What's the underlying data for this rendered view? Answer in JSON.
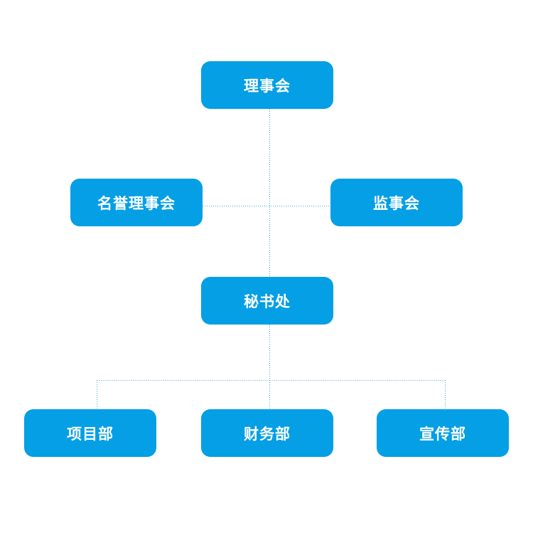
{
  "diagram": {
    "nodes": {
      "board": "理事会",
      "honorary_board": "名誉理事会",
      "supervisory_board": "监事会",
      "secretariat": "秘书处",
      "project_dept": "项目部",
      "finance_dept": "财务部",
      "publicity_dept": "宣传部"
    },
    "colors": {
      "node_fill": "#049fe5",
      "node_text": "#ffffff",
      "connector": "#39a9c9"
    },
    "edges": [
      {
        "from": "board",
        "to": "secretariat"
      },
      {
        "from": "board",
        "to": "honorary_board"
      },
      {
        "from": "board",
        "to": "supervisory_board"
      },
      {
        "from": "secretariat",
        "to": "project_dept"
      },
      {
        "from": "secretariat",
        "to": "finance_dept"
      },
      {
        "from": "secretariat",
        "to": "publicity_dept"
      }
    ]
  }
}
